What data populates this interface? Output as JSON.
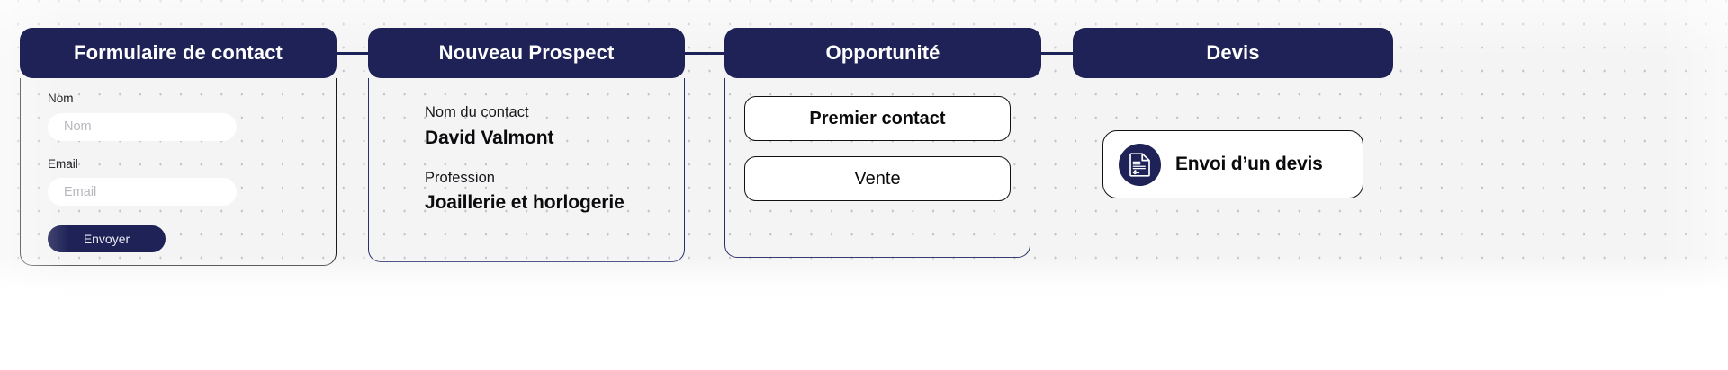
{
  "theme": {
    "navy": "#1e2256",
    "canvas": "#f4f4f5",
    "dot": "#b9b9c2",
    "text_dark": "#0b0b0e",
    "placeholder": "#b6b6bd",
    "card_white": "#ffffff"
  },
  "columns": [
    {
      "id": "formulaire-de-contact",
      "header": "Formulaire de contact",
      "fields": [
        {
          "label": "Nom",
          "value": "",
          "placeholder": "Nom"
        },
        {
          "label": "Email",
          "value": "",
          "placeholder": "Email"
        }
      ],
      "submit_label": "Envoyer"
    },
    {
      "id": "nouveau-prospect",
      "header": "Nouveau Prospect",
      "info": [
        {
          "caption": "Nom du contact",
          "value": "David Valmont"
        },
        {
          "caption": "Profession",
          "value": "Joaillerie et horlogerie"
        }
      ]
    },
    {
      "id": "opportunite",
      "header": "Opportunité",
      "actions": [
        {
          "label": "Premier contact"
        },
        {
          "label": "Vente"
        }
      ]
    },
    {
      "id": "devis",
      "header": "Devis",
      "card": {
        "icon": "document-signature-icon",
        "label": "Envoi d’un devis"
      }
    }
  ]
}
